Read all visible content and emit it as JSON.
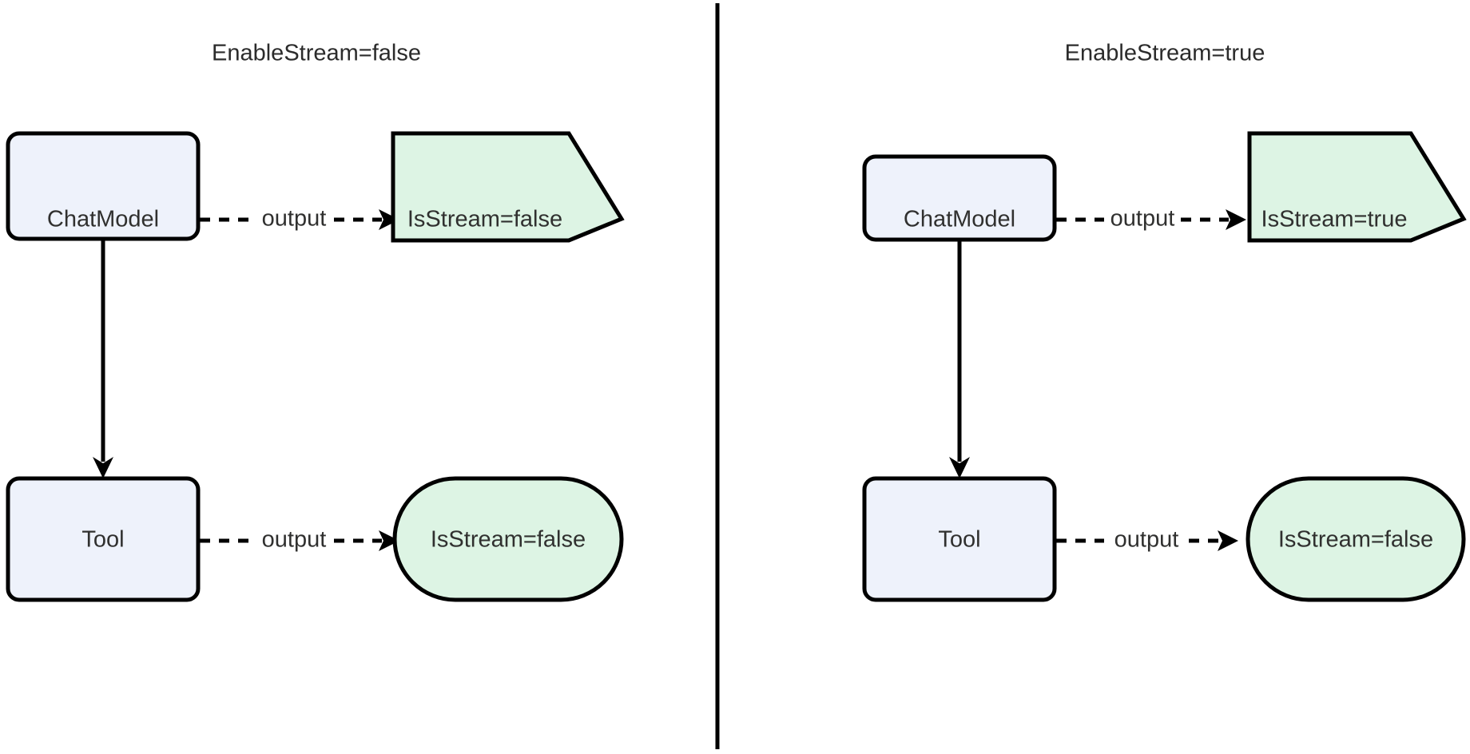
{
  "diagram": {
    "type": "flowchart",
    "background_color": "#ffffff",
    "divider": {
      "present": true,
      "orientation": "vertical",
      "color": "#000000"
    },
    "colors": {
      "process_fill": "#eef2fb",
      "process_stroke": "#000000",
      "result_fill": "#ddf4e4",
      "result_stroke": "#000000",
      "edge": "#000000",
      "text": "#30302f"
    },
    "panels": [
      {
        "id": "panel-left",
        "title": "EnableStream=false",
        "nodes": [
          {
            "id": "left-chatmodel",
            "label": "ChatModel",
            "shape": "rounded-rect",
            "fill": "#eef2fb"
          },
          {
            "id": "left-chat-result",
            "label": "IsStream=false",
            "shape": "flag-pentagon",
            "fill": "#ddf4e4"
          },
          {
            "id": "left-tool",
            "label": "Tool",
            "shape": "rounded-rect",
            "fill": "#eef2fb"
          },
          {
            "id": "left-tool-result",
            "label": "IsStream=false",
            "shape": "stadium",
            "fill": "#ddf4e4"
          }
        ],
        "edges": [
          {
            "id": "left-edge-chat-output",
            "from": "left-chatmodel",
            "to": "left-chat-result",
            "label": "output",
            "style": "dashed",
            "arrow": true
          },
          {
            "id": "left-edge-chat-tool",
            "from": "left-chatmodel",
            "to": "left-tool",
            "label": "",
            "style": "solid",
            "arrow": true
          },
          {
            "id": "left-edge-tool-output",
            "from": "left-tool",
            "to": "left-tool-result",
            "label": "output",
            "style": "dashed",
            "arrow": true
          }
        ]
      },
      {
        "id": "panel-right",
        "title": "EnableStream=true",
        "nodes": [
          {
            "id": "right-chatmodel",
            "label": "ChatModel",
            "shape": "rounded-rect",
            "fill": "#eef2fb"
          },
          {
            "id": "right-chat-result",
            "label": "IsStream=true",
            "shape": "flag-pentagon",
            "fill": "#ddf4e4"
          },
          {
            "id": "right-tool",
            "label": "Tool",
            "shape": "rounded-rect",
            "fill": "#eef2fb"
          },
          {
            "id": "right-tool-result",
            "label": "IsStream=false",
            "shape": "stadium",
            "fill": "#ddf4e4"
          }
        ],
        "edges": [
          {
            "id": "right-edge-chat-output",
            "from": "right-chatmodel",
            "to": "right-chat-result",
            "label": "output",
            "style": "dashed",
            "arrow": true
          },
          {
            "id": "right-edge-chat-tool",
            "from": "right-chatmodel",
            "to": "right-tool",
            "label": "",
            "style": "solid",
            "arrow": true
          },
          {
            "id": "right-edge-tool-output",
            "from": "right-tool",
            "to": "right-tool-result",
            "label": "output",
            "style": "dashed",
            "arrow": true
          }
        ]
      }
    ]
  }
}
